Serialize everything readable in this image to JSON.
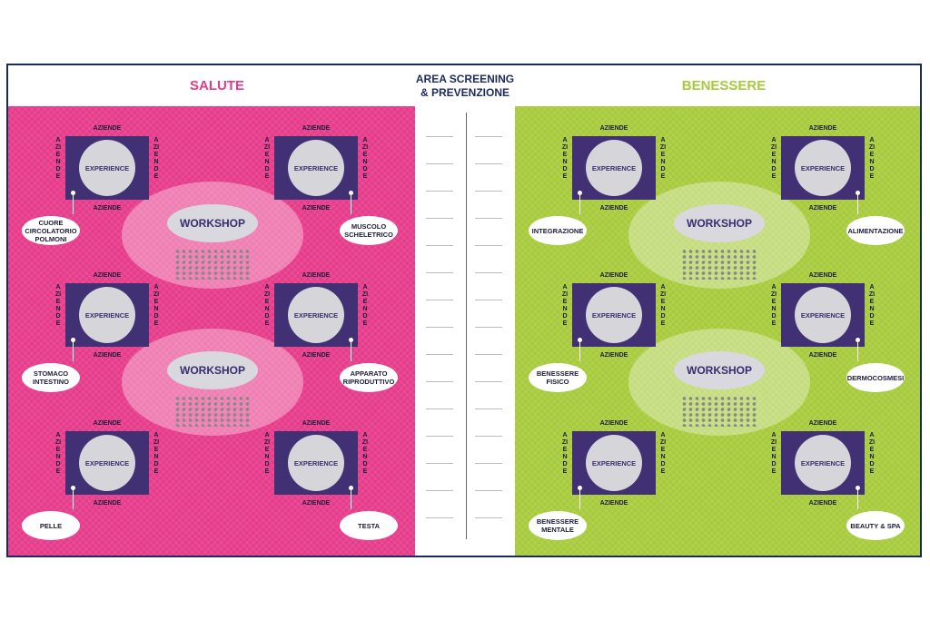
{
  "zones": {
    "salute": {
      "title": "SALUTE",
      "color": "#e63a8a",
      "experiences": [
        {
          "label": "CUORE CIRCOLATORIO POLMONI"
        },
        {
          "label": "MUSCOLO SCHELETRICO"
        },
        {
          "label": "STOMACO INTESTINO"
        },
        {
          "label": "APPARATO RIPRODUTTIVO"
        },
        {
          "label": "PELLE"
        },
        {
          "label": "TESTA"
        }
      ]
    },
    "benessere": {
      "title": "BENESSERE",
      "color": "#a6ca3a",
      "experiences": [
        {
          "label": "INTEGRAZIONE"
        },
        {
          "label": "ALIMENTAZIONE"
        },
        {
          "label": "BENESSERE FISICO"
        },
        {
          "label": "DERMOCOSMESI"
        },
        {
          "label": "BENESSERE MENTALE"
        },
        {
          "label": "BEAUTY & SPA"
        }
      ]
    }
  },
  "screening": {
    "title_line1": "AREA SCREENING",
    "title_line2": "& PREVENZIONE"
  },
  "booth_text": "EXPERIENCE",
  "aziende_text": "AZIENDE",
  "workshop_text": "WORKSHOP",
  "colors": {
    "frame": "#1c2a5e",
    "booth": "#413174"
  }
}
